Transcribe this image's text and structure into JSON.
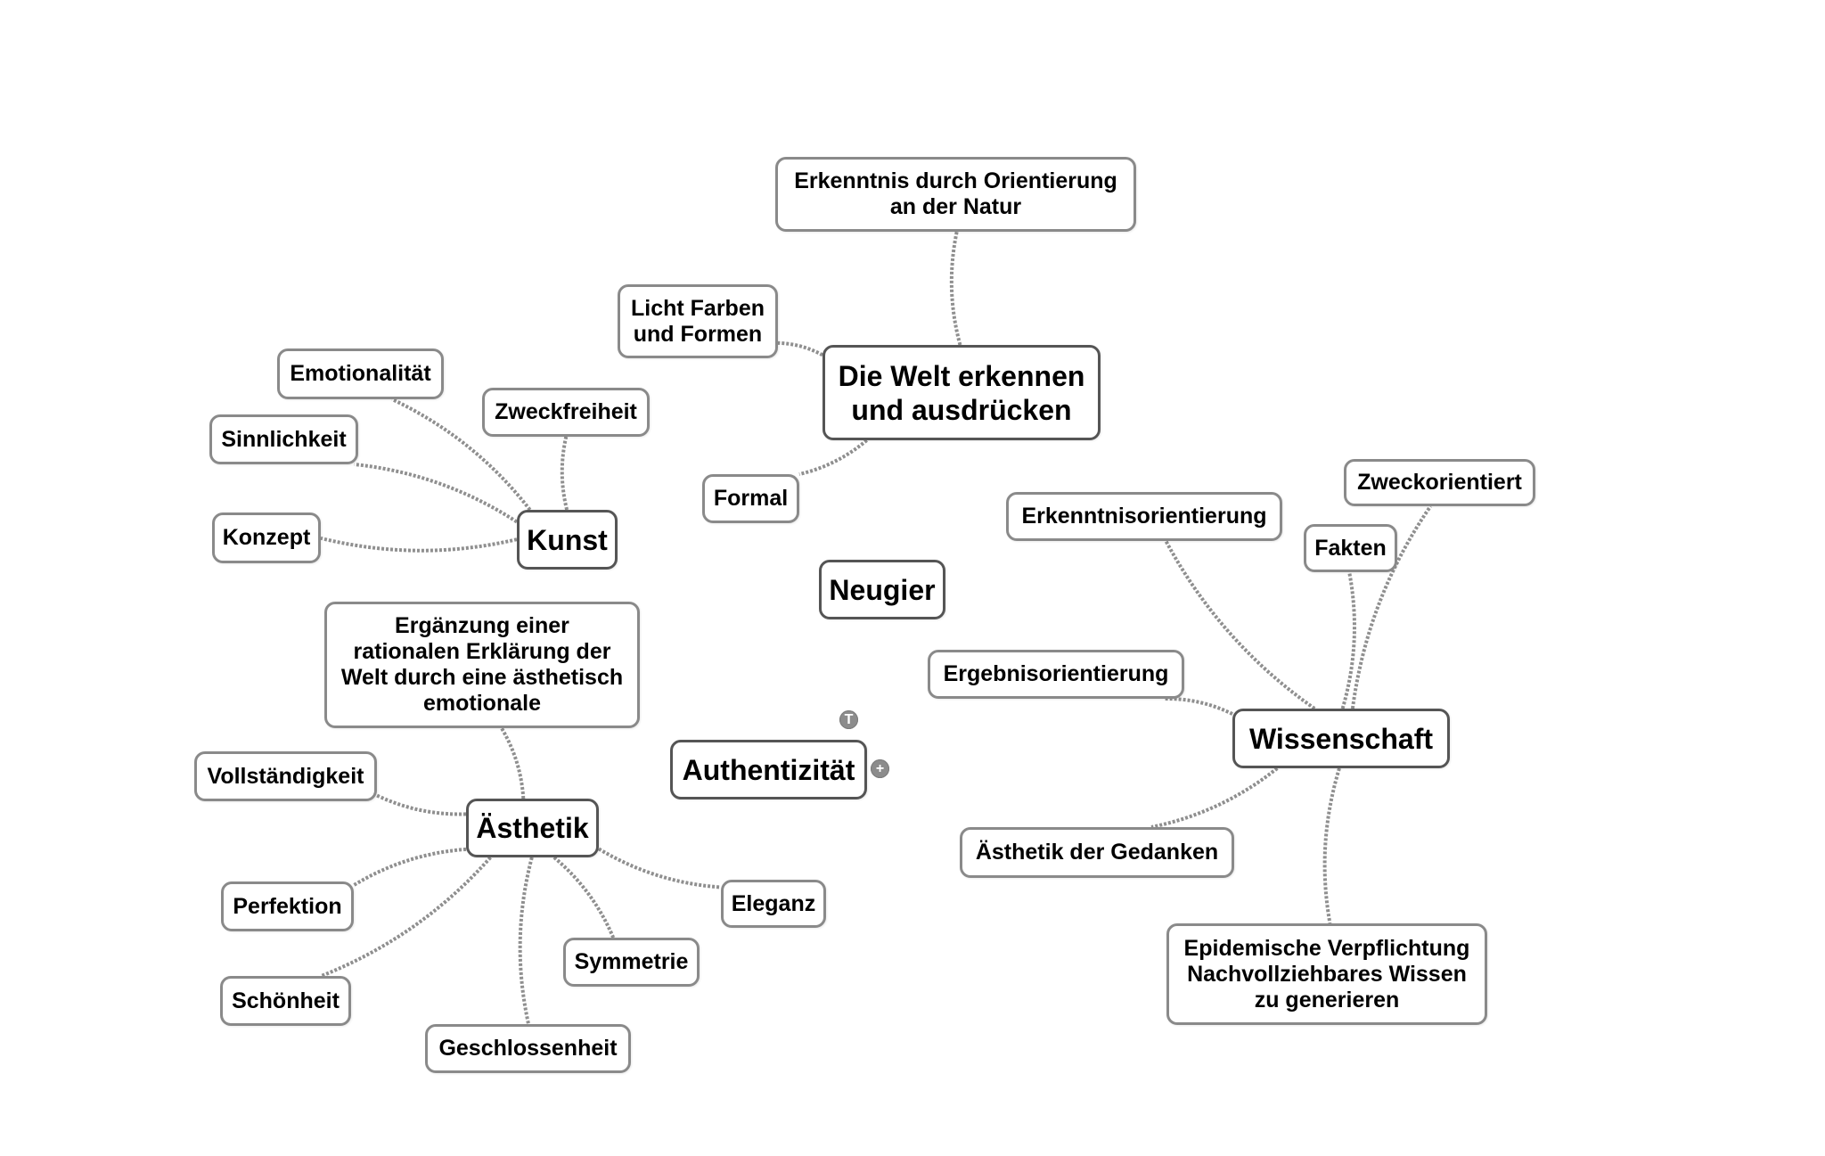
{
  "mindmap": {
    "colors": {
      "background": "#ffffff",
      "node_border": "#8a8a8a",
      "main_node_border": "#555555",
      "link": "#8f8f8f",
      "control_button": "#8c8c8c"
    },
    "nodes": [
      {
        "id": "welt",
        "label": "Die Welt erkennen\nund ausdrücken",
        "main": true
      },
      {
        "id": "natur",
        "label": "Erkenntnis durch Orientierung\nan der Natur",
        "main": false
      },
      {
        "id": "licht",
        "label": "Licht Farben\nund Formen",
        "main": false
      },
      {
        "id": "formal",
        "label": "Formal",
        "main": false
      },
      {
        "id": "kunst",
        "label": "Kunst",
        "main": true
      },
      {
        "id": "emotionalitaet",
        "label": "Emotionalität",
        "main": false
      },
      {
        "id": "zweckfreiheit",
        "label": "Zweckfreiheit",
        "main": false
      },
      {
        "id": "sinnlichkeit",
        "label": "Sinnlichkeit",
        "main": false
      },
      {
        "id": "konzept",
        "label": "Konzept",
        "main": false
      },
      {
        "id": "neugier",
        "label": "Neugier",
        "main": true
      },
      {
        "id": "authentizitaet",
        "label": "Authentizität",
        "main": true
      },
      {
        "id": "aesthetik",
        "label": "Ästhetik",
        "main": true
      },
      {
        "id": "ergaenzung",
        "label": "Ergänzung einer\nrationalen Erklärung der\nWelt durch eine ästhetisch\nemotionale",
        "main": false
      },
      {
        "id": "vollstaendigkeit",
        "label": "Vollständigkeit",
        "main": false
      },
      {
        "id": "perfektion",
        "label": "Perfektion",
        "main": false
      },
      {
        "id": "schoenheit",
        "label": "Schönheit",
        "main": false
      },
      {
        "id": "geschlossenheit",
        "label": "Geschlossenheit",
        "main": false
      },
      {
        "id": "symmetrie",
        "label": "Symmetrie",
        "main": false
      },
      {
        "id": "eleganz",
        "label": "Eleganz",
        "main": false
      },
      {
        "id": "wissenschaft",
        "label": "Wissenschaft",
        "main": true
      },
      {
        "id": "erkenntnisorientierung",
        "label": "Erkenntnisorientierung",
        "main": false
      },
      {
        "id": "fakten",
        "label": "Fakten",
        "main": false
      },
      {
        "id": "zweckorientiert",
        "label": "Zweckorientiert",
        "main": false
      },
      {
        "id": "ergebnisorientierung",
        "label": "Ergebnisorientierung",
        "main": false
      },
      {
        "id": "aesthetik_gedanken",
        "label": "Ästhetik der Gedanken",
        "main": false
      },
      {
        "id": "epidemische",
        "label": "Epidemische Verpflichtung\nNachvollziehbares Wissen\nzu generieren",
        "main": false
      }
    ],
    "links": [
      [
        "welt",
        "natur"
      ],
      [
        "welt",
        "licht"
      ],
      [
        "welt",
        "formal"
      ],
      [
        "kunst",
        "emotionalitaet"
      ],
      [
        "kunst",
        "zweckfreiheit"
      ],
      [
        "kunst",
        "sinnlichkeit"
      ],
      [
        "kunst",
        "konzept"
      ],
      [
        "aesthetik",
        "ergaenzung"
      ],
      [
        "aesthetik",
        "vollstaendigkeit"
      ],
      [
        "aesthetik",
        "perfektion"
      ],
      [
        "aesthetik",
        "schoenheit"
      ],
      [
        "aesthetik",
        "geschlossenheit"
      ],
      [
        "aesthetik",
        "symmetrie"
      ],
      [
        "aesthetik",
        "eleganz"
      ],
      [
        "wissenschaft",
        "erkenntnisorientierung"
      ],
      [
        "wissenschaft",
        "fakten"
      ],
      [
        "wissenschaft",
        "zweckorientiert"
      ],
      [
        "wissenschaft",
        "ergebnisorientierung"
      ],
      [
        "wissenschaft",
        "aesthetik_gedanken"
      ],
      [
        "wissenschaft",
        "epidemische"
      ]
    ],
    "selected_node": "authentizitaet",
    "controls": {
      "text_button_label": "T",
      "add_button_label": "+",
      "text_button_icon": "text-format-icon",
      "add_button_icon": "plus-icon"
    }
  }
}
